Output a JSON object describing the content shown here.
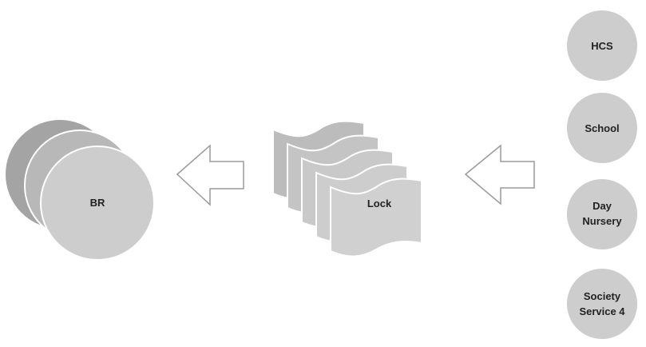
{
  "colors": {
    "circle_light": "#cdcdcd",
    "circle_mid": "#b4b4b4",
    "circle_dark": "#a4a4a4",
    "arrow_stroke": "#9a9a9a",
    "label_text": "#222222"
  },
  "left_group": {
    "label": "BR",
    "layers": 3
  },
  "center_group": {
    "label": "Lock",
    "layers": 5
  },
  "right_group": {
    "items": [
      {
        "label_lines": [
          "HCS"
        ]
      },
      {
        "label_lines": [
          "School"
        ]
      },
      {
        "label_lines": [
          "Day",
          "Nursery"
        ]
      },
      {
        "label_lines": [
          "Society",
          "Service 4"
        ]
      }
    ]
  },
  "arrows": [
    {
      "from": "center_group",
      "to": "left_group",
      "direction": "left"
    },
    {
      "from": "right_group",
      "to": "center_group",
      "direction": "left"
    }
  ]
}
